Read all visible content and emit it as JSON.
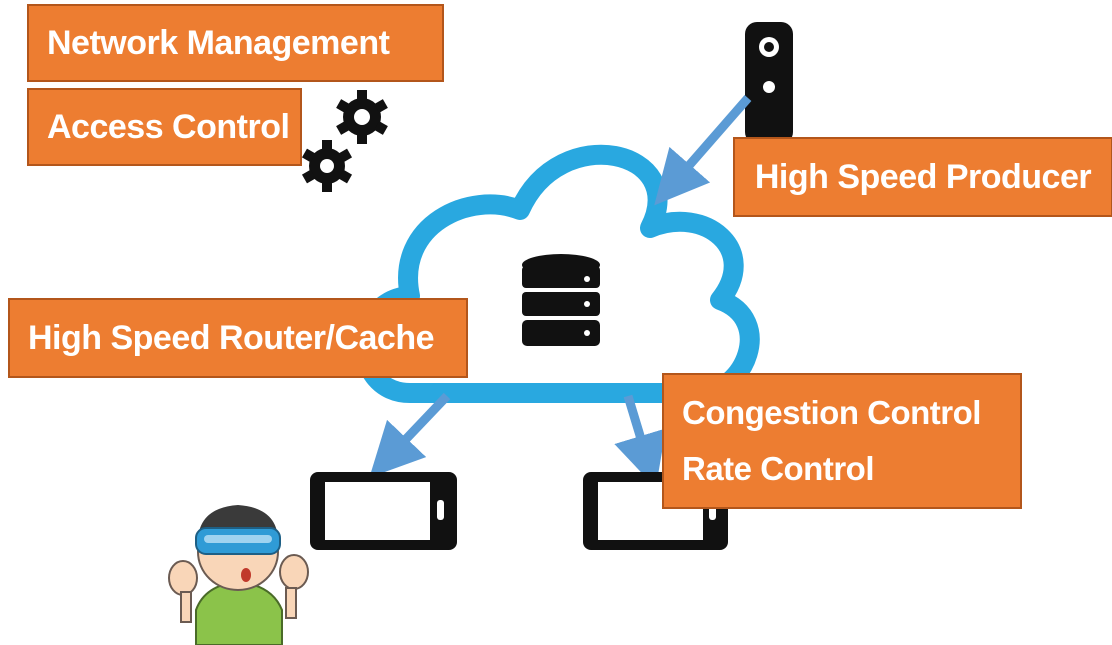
{
  "labels": {
    "network_management": "Network Management",
    "access_control": "Access Control",
    "high_speed_producer": "High Speed Producer",
    "high_speed_router_cache": "High Speed Router/Cache",
    "congestion_control": "Congestion Control",
    "rate_control": "Rate Control"
  },
  "colors": {
    "label_bg": "#ED7D31",
    "cloud": "#29A8E0",
    "arrow": "#5B9BD5",
    "icon": "#111111",
    "shirt": "#8BC34A",
    "hair": "#3a3a3a",
    "goggles": "#2F9BD6",
    "skin": "#F9D6B8"
  },
  "icons": [
    "gear-icon",
    "camera-icon",
    "database-icon",
    "smartphone-icon",
    "vr-user-illustration"
  ]
}
